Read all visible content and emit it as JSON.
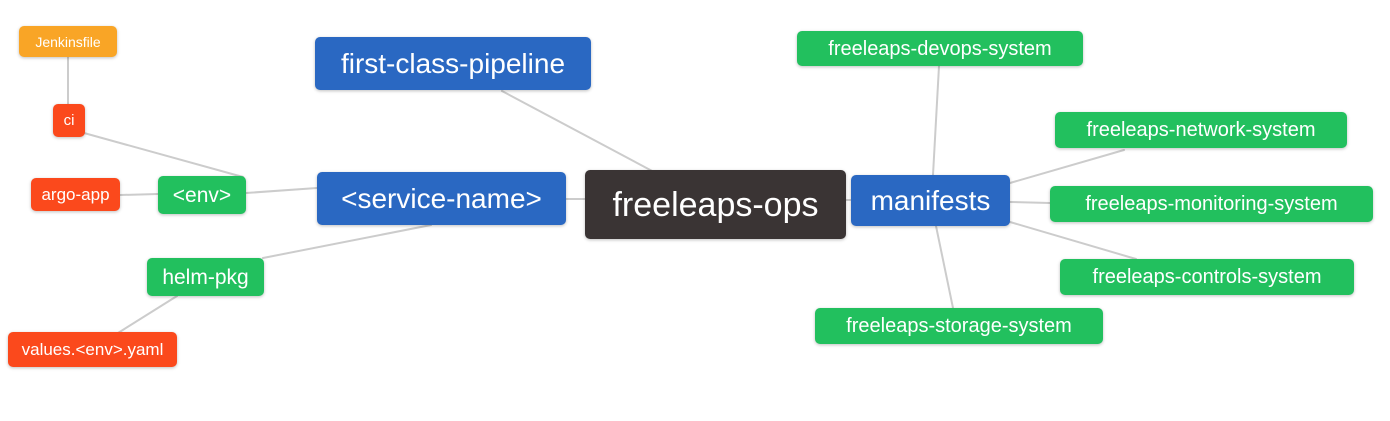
{
  "palette": {
    "blue": "#2a68c2",
    "green": "#22c05e",
    "red": "#fb491c",
    "orange": "#f9a526",
    "dark": "#3a3434",
    "edge": "#cccccc",
    "background": "#ffffff",
    "text": "#ffffff"
  },
  "nodes": {
    "freeleaps_ops": {
      "label": "freeleaps-ops",
      "color": "#3a3434"
    },
    "first_class_pipeline": {
      "label": "first-class-pipeline",
      "color": "#2a68c2"
    },
    "service_name": {
      "label": "<service-name>",
      "color": "#2a68c2"
    },
    "manifests": {
      "label": "manifests",
      "color": "#2a68c2"
    },
    "env": {
      "label": "<env>",
      "color": "#22c05e"
    },
    "helm_pkg": {
      "label": "helm-pkg",
      "color": "#22c05e"
    },
    "ci": {
      "label": "ci",
      "color": "#fb491c"
    },
    "argo_app": {
      "label": "argo-app",
      "color": "#fb491c"
    },
    "values_env_yaml": {
      "label": "values.<env>.yaml",
      "color": "#fb491c"
    },
    "jenkinsfile": {
      "label": "Jenkinsfile",
      "color": "#f9a526"
    },
    "devops_system": {
      "label": "freeleaps-devops-system",
      "color": "#22c05e"
    },
    "network_system": {
      "label": "freeleaps-network-system",
      "color": "#22c05e"
    },
    "monitoring_system": {
      "label": "freeleaps-monitoring-system",
      "color": "#22c05e"
    },
    "controls_system": {
      "label": "freeleaps-controls-system",
      "color": "#22c05e"
    },
    "storage_system": {
      "label": "freeleaps-storage-system",
      "color": "#22c05e"
    }
  },
  "edges": [
    {
      "from": "jenkinsfile",
      "to": "ci"
    },
    {
      "from": "ci",
      "to": "env"
    },
    {
      "from": "argo_app",
      "to": "env"
    },
    {
      "from": "env",
      "to": "service_name"
    },
    {
      "from": "helm_pkg",
      "to": "service_name"
    },
    {
      "from": "values_env_yaml",
      "to": "helm_pkg"
    },
    {
      "from": "service_name",
      "to": "freeleaps_ops"
    },
    {
      "from": "first_class_pipeline",
      "to": "freeleaps_ops"
    },
    {
      "from": "freeleaps_ops",
      "to": "manifests"
    },
    {
      "from": "manifests",
      "to": "devops_system"
    },
    {
      "from": "manifests",
      "to": "network_system"
    },
    {
      "from": "manifests",
      "to": "monitoring_system"
    },
    {
      "from": "manifests",
      "to": "controls_system"
    },
    {
      "from": "manifests",
      "to": "storage_system"
    }
  ]
}
